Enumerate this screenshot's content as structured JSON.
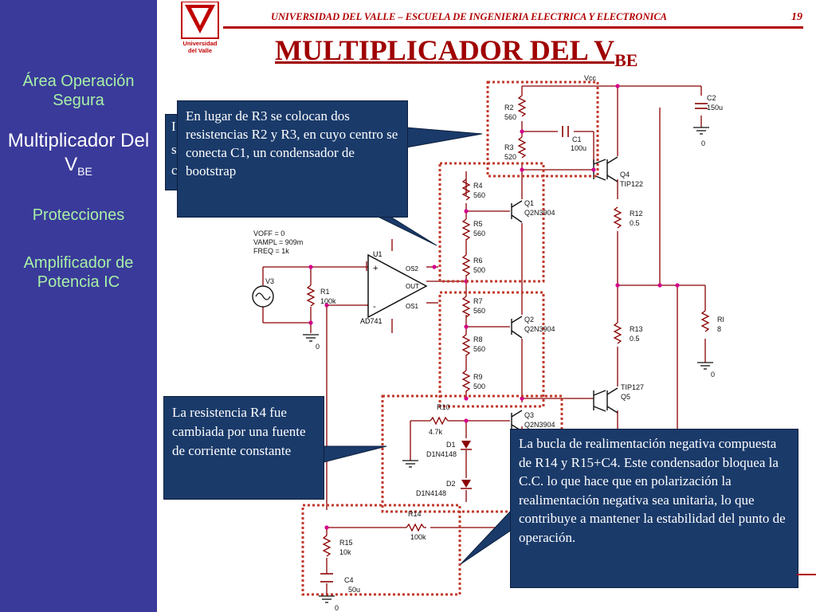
{
  "header": {
    "university": "UNIVERSIDAD DEL VALLE – ESCUELA DE INGENIERIA ELECTRICA Y ELECTRONICA",
    "page_number": "19",
    "logo_line1": "Universidad",
    "logo_line2": "del Valle"
  },
  "title": {
    "main": "MULTIPLICADOR DEL V",
    "sub": "BE"
  },
  "sidebar": {
    "items": [
      {
        "label": "Área Operación Segura"
      },
      {
        "label": "Multiplicador Del V",
        "sub": "BE"
      },
      {
        "label": "Protecciones"
      },
      {
        "label": "Amplificador de Potencia IC"
      }
    ]
  },
  "callouts": {
    "c1": "En lugar de R3 se colocan dos resistencias R2 y R3, en cuyo centro se conecta C1, un condensador de bootstrap",
    "c2": "La resistencia R4 fue cambiada por una fuente de corriente constante",
    "c3": "La bucla de realimentación negativa compuesta de R14 y R15+C4. Este condensador bloquea la C.C. lo que hace que en polarización la realimentación negativa sea unitaria, lo que contribuye a mantener la estabilidad del punto de operación.",
    "hidden_letters": [
      "I",
      "s",
      "c"
    ]
  },
  "schematic": {
    "vcc": "Vcc",
    "source": {
      "voff": "VOFF = 0",
      "vampl": "VAMPL = 909m",
      "freq": "FREQ = 1k",
      "name": "V3"
    },
    "opamp": {
      "name": "U1",
      "part": "AD741",
      "pin_out": "OUT",
      "pin_os1": "OS1",
      "pin_os2": "OS2"
    },
    "ground": "0",
    "components": {
      "r1": [
        "R1",
        "100k"
      ],
      "r2": [
        "R2",
        "560"
      ],
      "r3": [
        "R3",
        "520"
      ],
      "r4": [
        "R4",
        "560"
      ],
      "r5": [
        "R5",
        "560"
      ],
      "r6": [
        "R6",
        "500"
      ],
      "r7": [
        "R7",
        "560"
      ],
      "r8": [
        "R8",
        "560"
      ],
      "r9": [
        "R9",
        "500"
      ],
      "r10": [
        "R10",
        "4.7k"
      ],
      "r12": [
        "R12",
        "0.5"
      ],
      "r13": [
        "R13",
        "0.5"
      ],
      "r14": [
        "R14",
        "100k"
      ],
      "r15": [
        "R15",
        "10k"
      ],
      "rl": [
        "Rl",
        "8"
      ],
      "c1": [
        "C1",
        "100u"
      ],
      "c2": [
        "C2",
        "150u"
      ],
      "c4": [
        "C4",
        "50u"
      ],
      "q1": [
        "Q1",
        "Q2N3904"
      ],
      "q2": [
        "Q2",
        "Q2N3904"
      ],
      "q3": [
        "Q3",
        "Q2N3904"
      ],
      "q4": [
        "Q4",
        "TIP122"
      ],
      "q5": [
        "Q5",
        "TIP127"
      ],
      "d1": [
        "D1",
        "D1N4148"
      ],
      "d2": [
        "D2",
        "D1N4148"
      ]
    }
  },
  "colors": {
    "sidebar": "#3a3a9a",
    "nav_inactive": "#a7f0a7",
    "accent": "#b20000",
    "wire": "#8b0000",
    "callout": "#1a3a6a",
    "box": "#c0392b"
  }
}
